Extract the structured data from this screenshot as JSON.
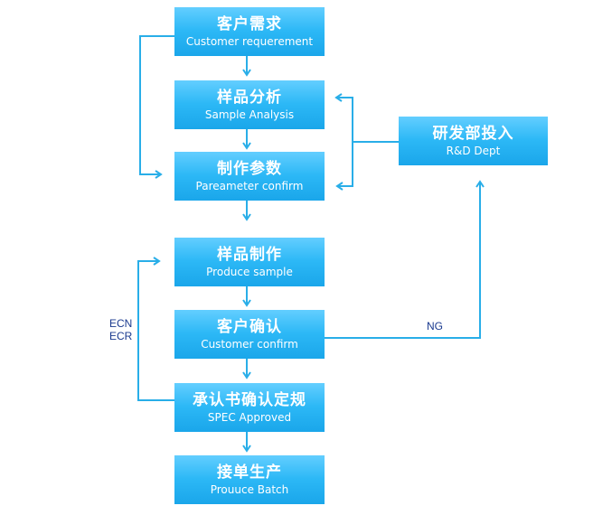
{
  "steps": [
    {
      "zh": "客户需求",
      "en": "Customer requerement"
    },
    {
      "zh": "样品分析",
      "en": "Sample Analysis"
    },
    {
      "zh": "制作参数",
      "en": "Pareameter confirm"
    },
    {
      "zh": "样品制作",
      "en": "Produce sample"
    },
    {
      "zh": "客户确认",
      "en": "Customer confirm"
    },
    {
      "zh": "承认书确认定规",
      "en": "SPEC Approved"
    },
    {
      "zh": "接单生产",
      "en": "Prouuce Batch"
    }
  ],
  "rd": {
    "zh": "研发部投入",
    "en": "R&D Dept"
  },
  "labels": {
    "ng": "NG",
    "ecn": "ECN",
    "ecr": "ECR"
  },
  "colors": {
    "box": "#2cb8f6",
    "line": "#29aee8",
    "label_text": "#1a3a8f"
  }
}
